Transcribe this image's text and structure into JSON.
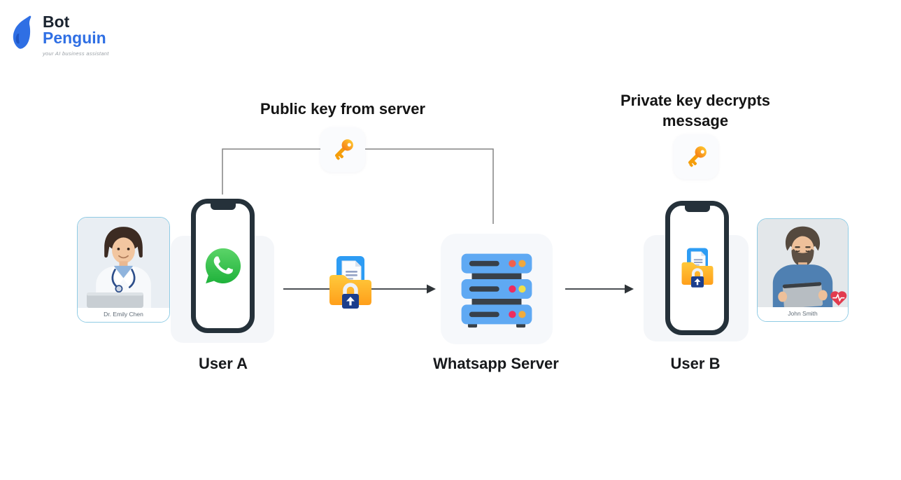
{
  "logo": {
    "line1": "Bot",
    "line2": "Penguin",
    "tagline": "your AI business assistant",
    "brand_blue": "#2f6fe4",
    "text_dark": "#1b2430"
  },
  "annotations": {
    "public_key": "Public key from server",
    "private_key": "Private key decrypts message"
  },
  "nodes": {
    "user_a": {
      "label": "User A",
      "contact_name": "Dr. Emily Chen",
      "screen_icon": "whatsapp-icon"
    },
    "server": {
      "label": "Whatsapp Server",
      "icon": "server-icon"
    },
    "user_b": {
      "label": "User B",
      "contact_name": "John Smith",
      "screen_icon": "encrypted-message-icon"
    }
  },
  "icons": {
    "key": "key-icon",
    "whatsapp": "whatsapp-icon",
    "server": "server-icon",
    "encrypted_message": "encrypted-folder-lock-icon",
    "heart": "heart-pulse-icon",
    "penguin": "penguin-icon"
  },
  "colors": {
    "whatsapp_green": "#25d366",
    "key_orange": "#f5a021",
    "folder_amber": "#ffb12e",
    "lock_navy": "#1c3e8c",
    "server_blue": "#5fa9f3",
    "dot_red": "#f1604d",
    "dot_pink": "#ed2c5f",
    "dot_orange": "#f0a73d",
    "dot_yellow": "#efdf4b",
    "arrow_gray": "#4c5055",
    "card_gray": "#f4f6f9",
    "photo_border_blue": "#8fcbe4"
  }
}
